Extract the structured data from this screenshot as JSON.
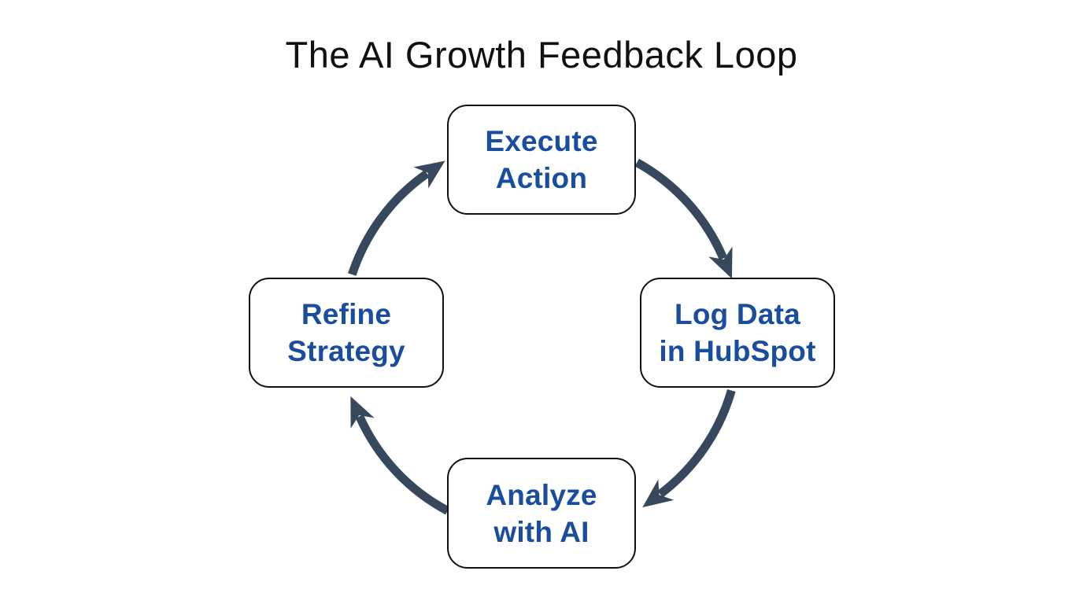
{
  "title": "The AI Growth Feedback Loop",
  "nodes": [
    {
      "id": "execute-action",
      "line1": "Execute",
      "line2": "Action"
    },
    {
      "id": "log-data-in-hubspot",
      "line1": "Log Data",
      "line2": "in HubSpot"
    },
    {
      "id": "analyze-with-ai",
      "line1": "Analyze",
      "line2": "with AI"
    },
    {
      "id": "refine-strategy",
      "line1": "Refine",
      "line2": "Strategy"
    }
  ],
  "arrows": [
    {
      "from": "Execute Action",
      "to": "Log Data in HubSpot"
    },
    {
      "from": "Log Data in HubSpot",
      "to": "Analyze with AI"
    },
    {
      "from": "Analyze with AI",
      "to": "Refine Strategy"
    },
    {
      "from": "Refine Strategy",
      "to": "Execute Action"
    }
  ],
  "colors": {
    "background": "#ffffff",
    "title_text": "#111111",
    "node_text": "#1a4d9e",
    "node_border": "#111111",
    "arrow": "#38485c"
  }
}
